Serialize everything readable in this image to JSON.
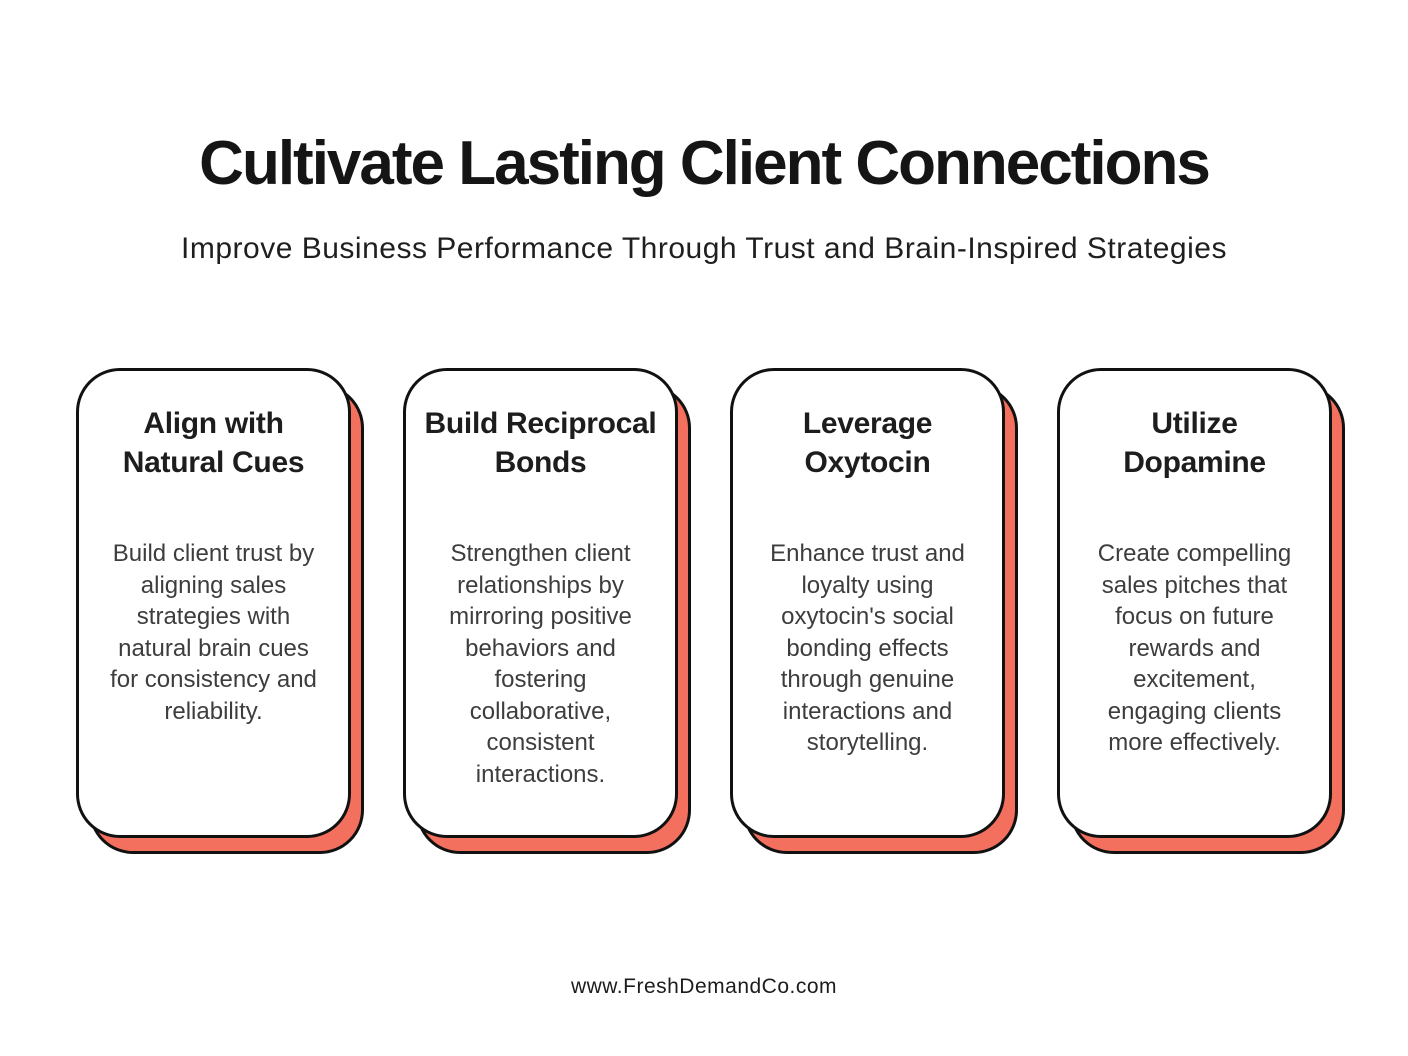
{
  "page": {
    "title": "Cultivate Lasting Client Connections",
    "subtitle": "Improve Business Performance Through Trust and Brain-Inspired Strategies",
    "footer": "www.FreshDemandCo.com"
  },
  "colors": {
    "accent": "#F4705E",
    "ink": "#111111",
    "body-text": "#3D3D3D"
  },
  "cards": [
    {
      "title": "Align with\nNatural Cues",
      "body": "Build client trust by\naligning sales\nstrategies with\nnatural brain cues\nfor consistency and\nreliability."
    },
    {
      "title": "Build Reciprocal\nBonds",
      "body": "Strengthen client\nrelationships by\nmirroring positive\nbehaviors and\nfostering\ncollaborative,\nconsistent\ninteractions."
    },
    {
      "title": "Leverage\nOxytocin",
      "body": "Enhance trust and\nloyalty using\noxytocin's social\nbonding effects\nthrough genuine\ninteractions and\nstorytelling."
    },
    {
      "title": "Utilize\nDopamine",
      "body": "Create compelling\nsales pitches that\nfocus on future\nrewards and\nexcitement,\nengaging clients\nmore effectively."
    }
  ]
}
